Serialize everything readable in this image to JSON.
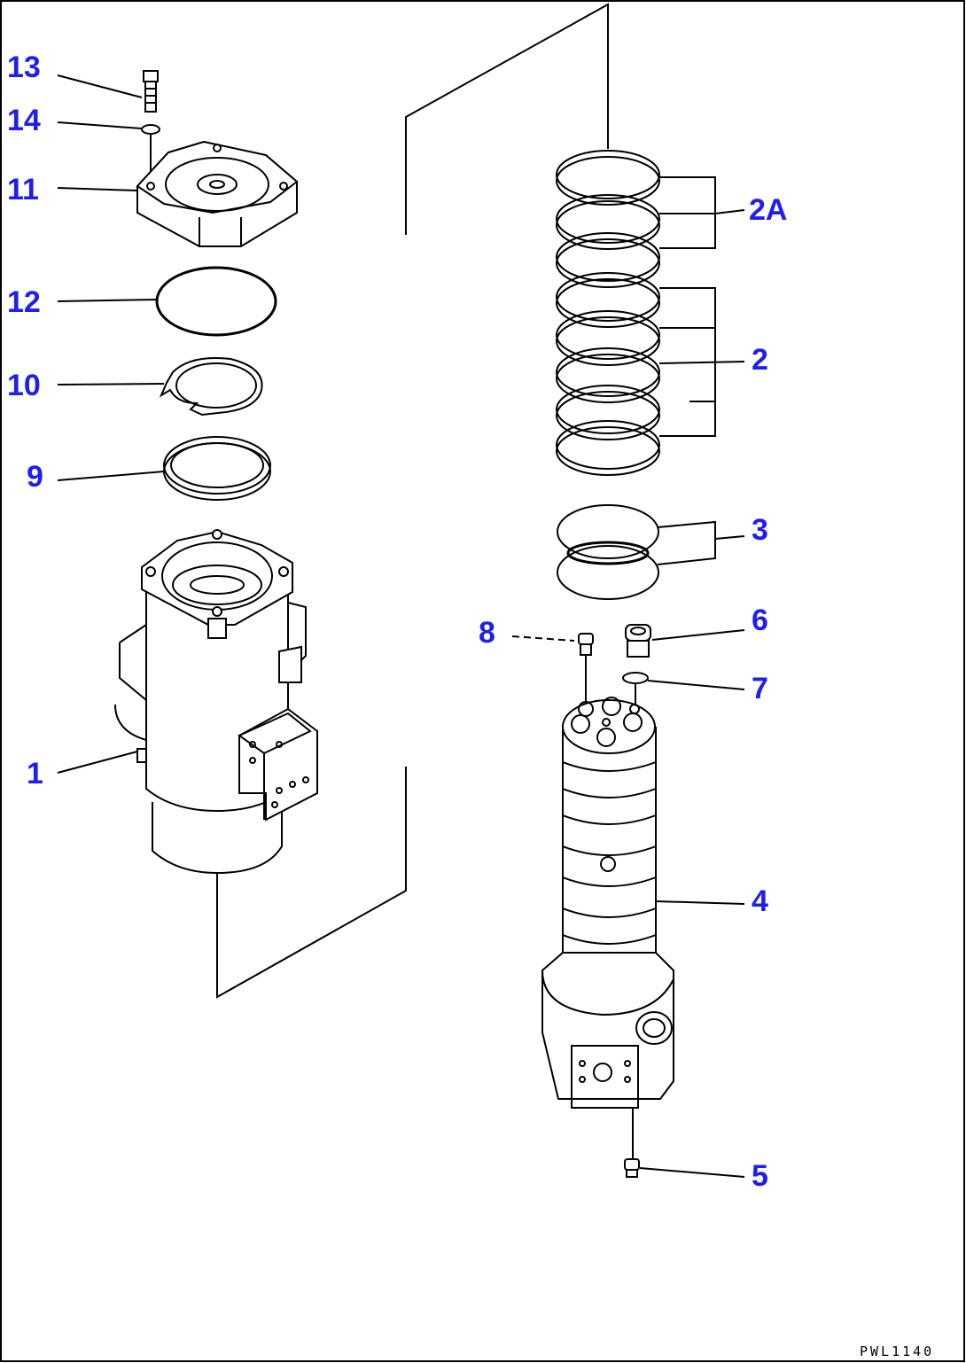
{
  "drawing": {
    "code": "PWL1140",
    "callouts": [
      "13",
      "14",
      "11",
      "12",
      "10",
      "9",
      "1",
      "2A",
      "2",
      "3",
      "8",
      "6",
      "7",
      "4",
      "5"
    ]
  },
  "colors": {
    "callout": "#1e1ef0",
    "line": "#000000",
    "background": "#ffffff"
  }
}
